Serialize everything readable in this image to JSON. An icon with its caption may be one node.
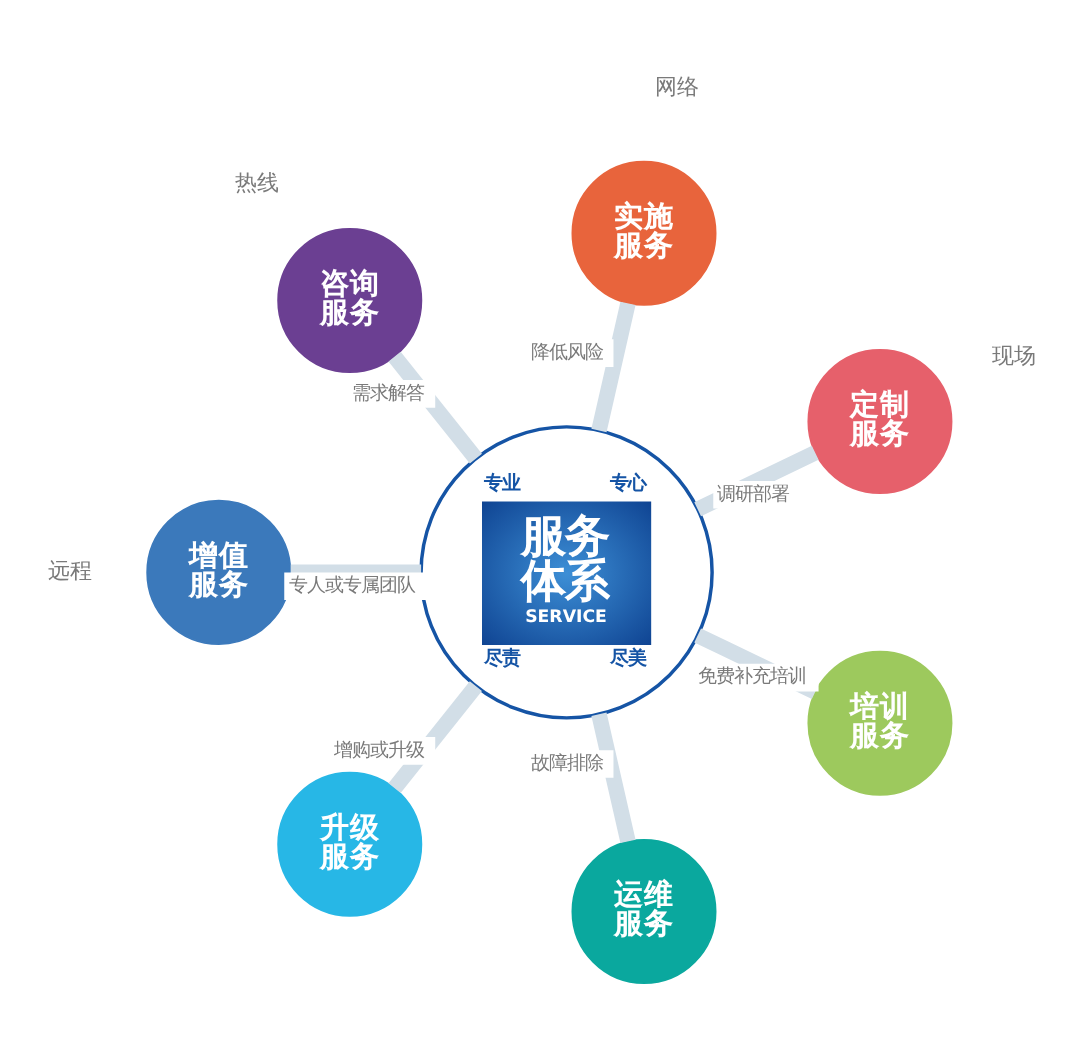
{
  "diagram": {
    "nodes": [
      {
        "text": [
          "专业",
          "专心",
          "服务体系",
          "SERVICE",
          "尽责",
          "尽美"
        ]
      },
      {
        "text": [
          "咨询服务"
        ]
      },
      {
        "text": [
          "实施服务"
        ]
      },
      {
        "text": [
          "定制服务"
        ]
      },
      {
        "text": [
          "培训服务"
        ]
      },
      {
        "text": [
          "运维服务"
        ]
      },
      {
        "text": [
          "升级服务"
        ]
      },
      {
        "text": [
          "增值服务"
        ]
      }
    ],
    "edges": [
      {
        "from": 0,
        "to": 1,
        "arrow": "none",
        "label": "需求解答"
      },
      {
        "from": 0,
        "to": 2,
        "arrow": "none",
        "label": "降低风险"
      },
      {
        "from": 0,
        "to": 3,
        "arrow": "none",
        "label": "调研部署"
      },
      {
        "from": 0,
        "to": 4,
        "arrow": "none",
        "label": "免费补充培训"
      },
      {
        "from": 0,
        "to": 5,
        "arrow": "none",
        "label": "故障排除"
      },
      {
        "from": 0,
        "to": 6,
        "arrow": "none",
        "label": "增购或升级"
      },
      {
        "from": 0,
        "to": 7,
        "arrow": "none",
        "label": "专人或专属团队"
      }
    ],
    "labels": [
      "热线",
      "网络",
      "远程",
      "现场"
    ]
  }
}
